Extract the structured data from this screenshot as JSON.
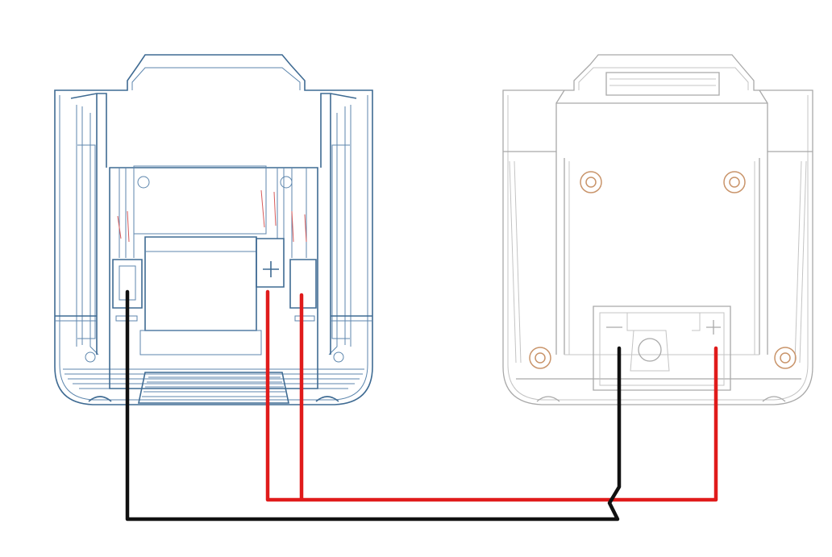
{
  "diagram": {
    "type": "wiring-diagram",
    "symbols": {
      "positive": "+",
      "negative": "−"
    },
    "components": [
      {
        "name": "left-battery-adapter",
        "color": "#3f6b93"
      },
      {
        "name": "right-battery-mount",
        "color": "#a9a9a9"
      }
    ],
    "wires": [
      {
        "name": "negative-wire",
        "color": "#111111"
      },
      {
        "name": "positive-wire",
        "color": "#e01b1b"
      }
    ],
    "icons": [
      "plus-terminal-icon",
      "minus-terminal-icon",
      "mounting-hole-icon"
    ]
  }
}
